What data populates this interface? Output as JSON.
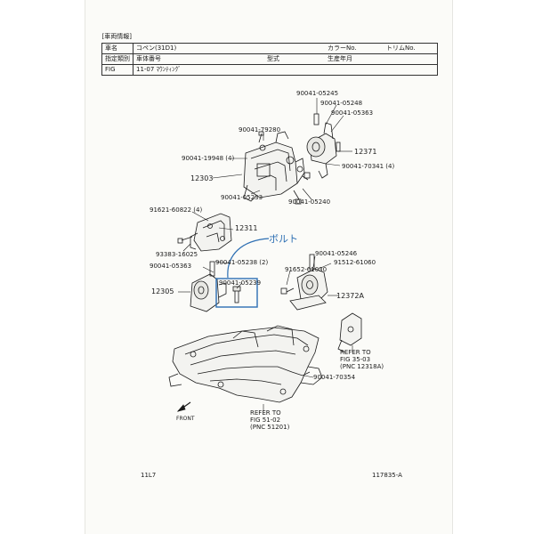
{
  "header": {
    "section_title": "[車両情報]",
    "row1": {
      "label_name": "車名",
      "car_name": "コペン(31D1)",
      "color_label": "カラーNo.",
      "trim_label": "トリムNo."
    },
    "row2": {
      "class_label": "指定類別",
      "chassis_label": "車体番号",
      "model_label": "型式",
      "date_label": "生産年月"
    },
    "row3": {
      "fig_label": "FIG",
      "fig_value": "11-07 ﾏｳﾝﾃｨﾝｸﾞ"
    }
  },
  "callouts": {
    "p90041_05245": "90041-05245",
    "p90041_05248": "90041-05248",
    "p90041_05363_top": "90041-05363",
    "p90041_79280": "90041-79280",
    "p12371": "12371",
    "p90041_19948": "90041-19948  (4)",
    "p90041_70341": "90041-70341  (4)",
    "p12303": "12303",
    "p90041_05233": "90041-05233",
    "p90041_05240": "90041-05240",
    "p91621_60822": "91621-60822  (4)",
    "p12311": "12311",
    "p93383_16025": "93383-16025",
    "p90041_05246": "90041-05246",
    "p91512_61060": "91512-61060",
    "p90041_05363_mid": "90041-05363",
    "p90041_05238": "90041-05238  (2)",
    "p91652_61030": "91652-61030",
    "p12305": "12305",
    "p90041_05239": "90041-05239",
    "p12372A": "12372A",
    "p90041_70354": "90041-70354",
    "handwritten_note": "ボルト",
    "refer_right_1": "REFER TO",
    "refer_right_2": "FIG  35-03",
    "refer_right_3": "(PNC 12318A)",
    "refer_bottom_1": "REFER TO",
    "refer_bottom_2": "FIG  51-02",
    "refer_bottom_3": "(PNC 51201)",
    "front_label": "FRONT"
  },
  "footer": {
    "left_code": "11L7",
    "right_code": "117835-A"
  },
  "colors": {
    "annotation_blue": "#2d6fb3",
    "line_black": "#1a1a1a"
  }
}
